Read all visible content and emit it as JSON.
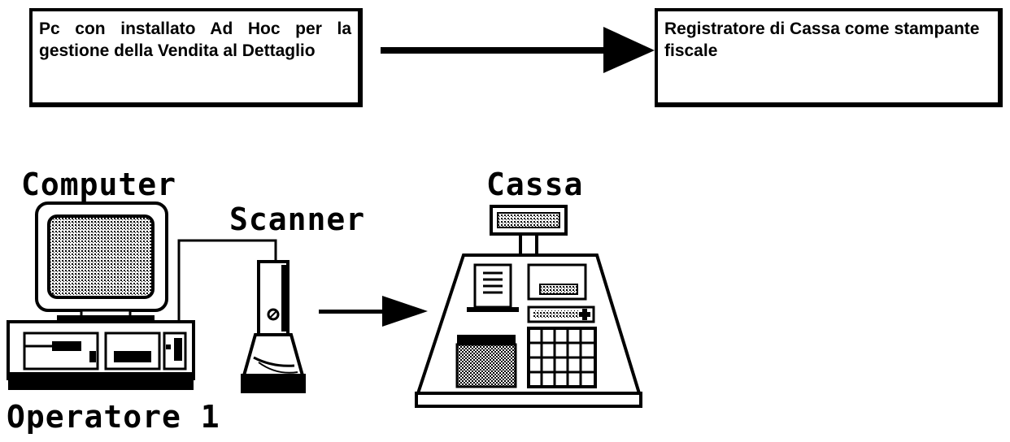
{
  "boxes": {
    "pc": "Pc con installato Ad Hoc per la gestione della Vendita al Dettaglio",
    "cash_register": "Registratore di Cassa come stampante fiscale"
  },
  "labels": {
    "computer": "Computer",
    "scanner": "Scanner",
    "cassa": "Cassa",
    "operatore": "Operatore 1"
  }
}
